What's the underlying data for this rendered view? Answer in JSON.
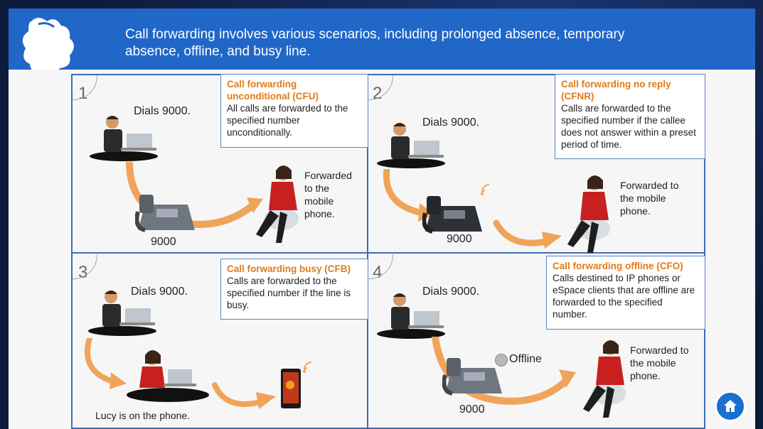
{
  "header": {
    "text": "Call forwarding involves various scenarios, including prolonged absence, temporary absence, offline, and busy line."
  },
  "scenarios": [
    {
      "number": "1",
      "title": "Call forwarding unconditional (CFU)",
      "description": "All calls are forwarded to the specified number unconditionally.",
      "dials": "Dials 9000.",
      "extension": "9000",
      "forwarded": "Forwarded to the mobile phone."
    },
    {
      "number": "2",
      "title": "Call forwarding no reply (CFNR)",
      "description": "Calls are forwarded to the specified number if the callee does not answer within a preset period of time.",
      "dials": "Dials 9000.",
      "extension": "9000",
      "forwarded": "Forwarded to the mobile phone."
    },
    {
      "number": "3",
      "title": "Call forwarding busy (CFB)",
      "description": "Calls are forwarded to the specified number if the line is busy.",
      "dials": "Dials 9000.",
      "busy_note": "Lucy is on the phone."
    },
    {
      "number": "4",
      "title": "Call forwarding offline (CFO)",
      "description": "Calls destined to IP phones or eSpace clients that are offline are forwarded to the specified number.",
      "dials": "Dials 9000.",
      "extension": "9000",
      "offline": "Offline",
      "forwarded": "Forwarded to the mobile phone."
    }
  ],
  "colors": {
    "header": "#2167c8",
    "border": "#3a6db7",
    "title": "#e07b1a",
    "arrow": "#f0a45a"
  },
  "icons": [
    "logo-icon",
    "man-at-laptop-icon",
    "desk-phone-icon",
    "woman-on-phone-icon",
    "mobile-phone-icon",
    "wifi-signal-icon",
    "home-icon"
  ]
}
